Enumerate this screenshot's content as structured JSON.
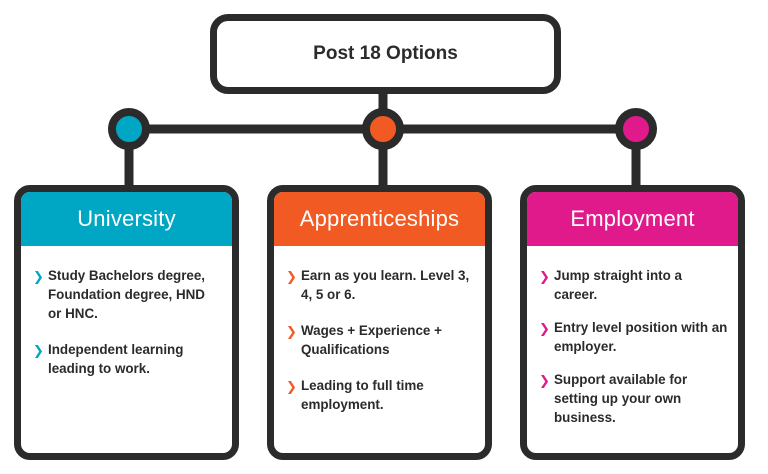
{
  "title": "Post 18 Options",
  "colors": {
    "frame": "#2b2b2b",
    "university": "#00a7c4",
    "apprenticeships": "#f15a22",
    "employment": "#e01a8a"
  },
  "icons": {
    "bullet": "chevron-right-icon"
  },
  "options": [
    {
      "heading": "University",
      "points": [
        "Study Bachelors degree, Foundation degree, HND or HNC.",
        "Independent learning leading to work."
      ]
    },
    {
      "heading": "Apprenticeships",
      "points": [
        "Earn as you learn. Level 3, 4, 5 or 6.",
        "Wages + Experience + Qualifications",
        "Leading to full time employment."
      ]
    },
    {
      "heading": "Employment",
      "points": [
        "Jump straight into a career.",
        "Entry level position with an employer.",
        "Support available for setting up your own business."
      ]
    }
  ]
}
